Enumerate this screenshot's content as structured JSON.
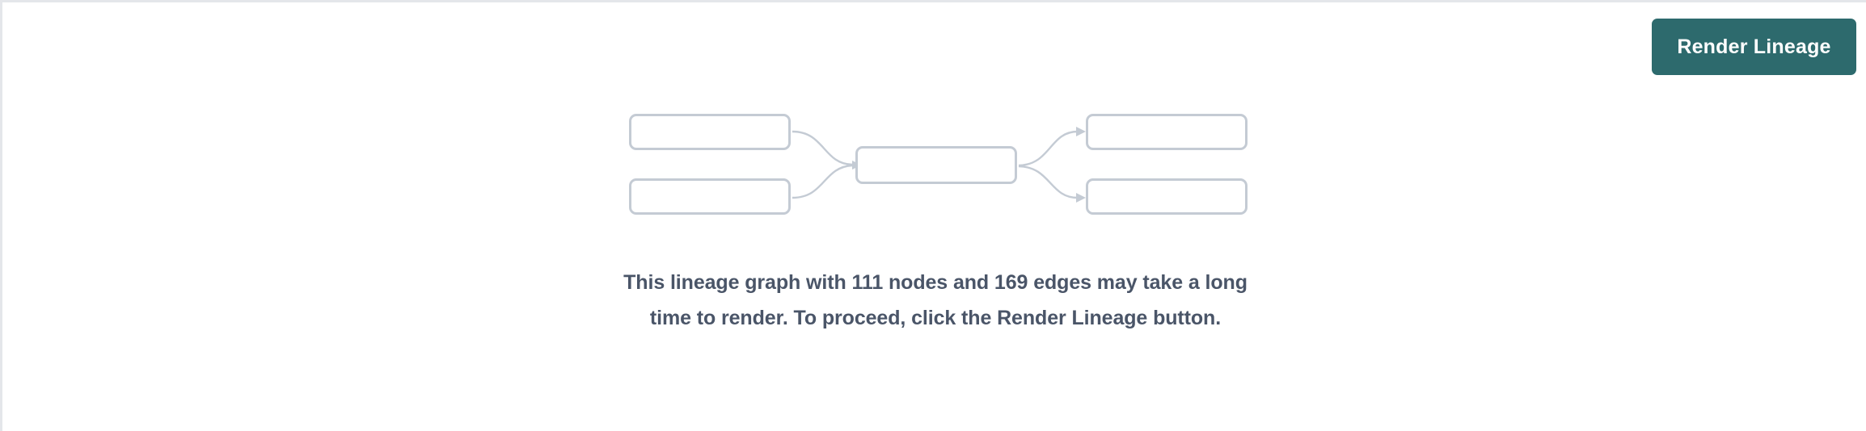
{
  "toolbar": {
    "render_button_label": "Render Lineage"
  },
  "placeholder_graph": {
    "nodes": [
      {
        "id": "left-top",
        "label": ""
      },
      {
        "id": "left-bottom",
        "label": ""
      },
      {
        "id": "center",
        "label": ""
      },
      {
        "id": "right-top",
        "label": ""
      },
      {
        "id": "right-bottom",
        "label": ""
      }
    ],
    "edges": [
      {
        "from": "left-top",
        "to": "center"
      },
      {
        "from": "left-bottom",
        "to": "center"
      },
      {
        "from": "center",
        "to": "right-top"
      },
      {
        "from": "center",
        "to": "right-bottom"
      }
    ]
  },
  "message": {
    "text": "This lineage graph with 111 nodes and 169 edges may take a long time to render. To proceed, click the Render Lineage button.",
    "node_count": 111,
    "edge_count": 169
  },
  "colors": {
    "accent": "#2d6a6d",
    "node_border": "#c4cbd4",
    "text": "#4a5568",
    "page_border": "#e4e6ea",
    "background": "#ffffff"
  }
}
